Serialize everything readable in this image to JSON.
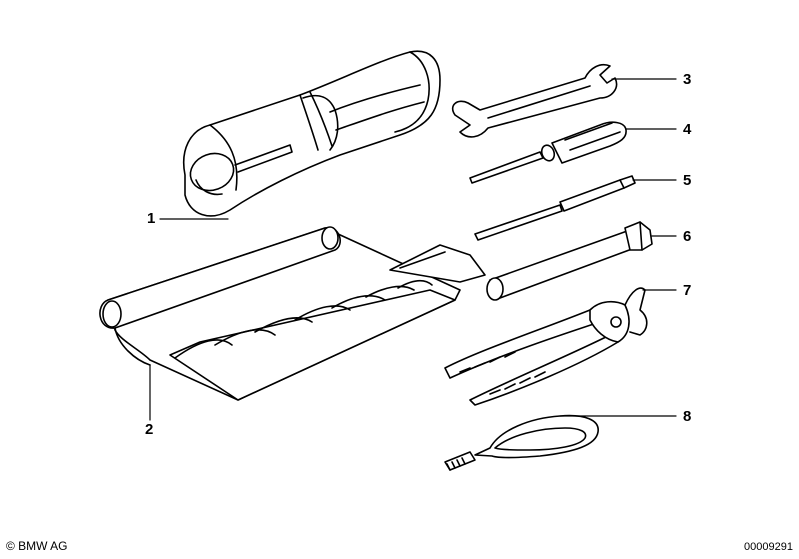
{
  "callouts": {
    "c1": "1",
    "c2": "2",
    "c3": "3",
    "c4": "4",
    "c5": "5",
    "c6": "6",
    "c7": "7",
    "c8": "8"
  },
  "footer": {
    "copyright": "© BMW AG",
    "image_code": "00009291"
  }
}
